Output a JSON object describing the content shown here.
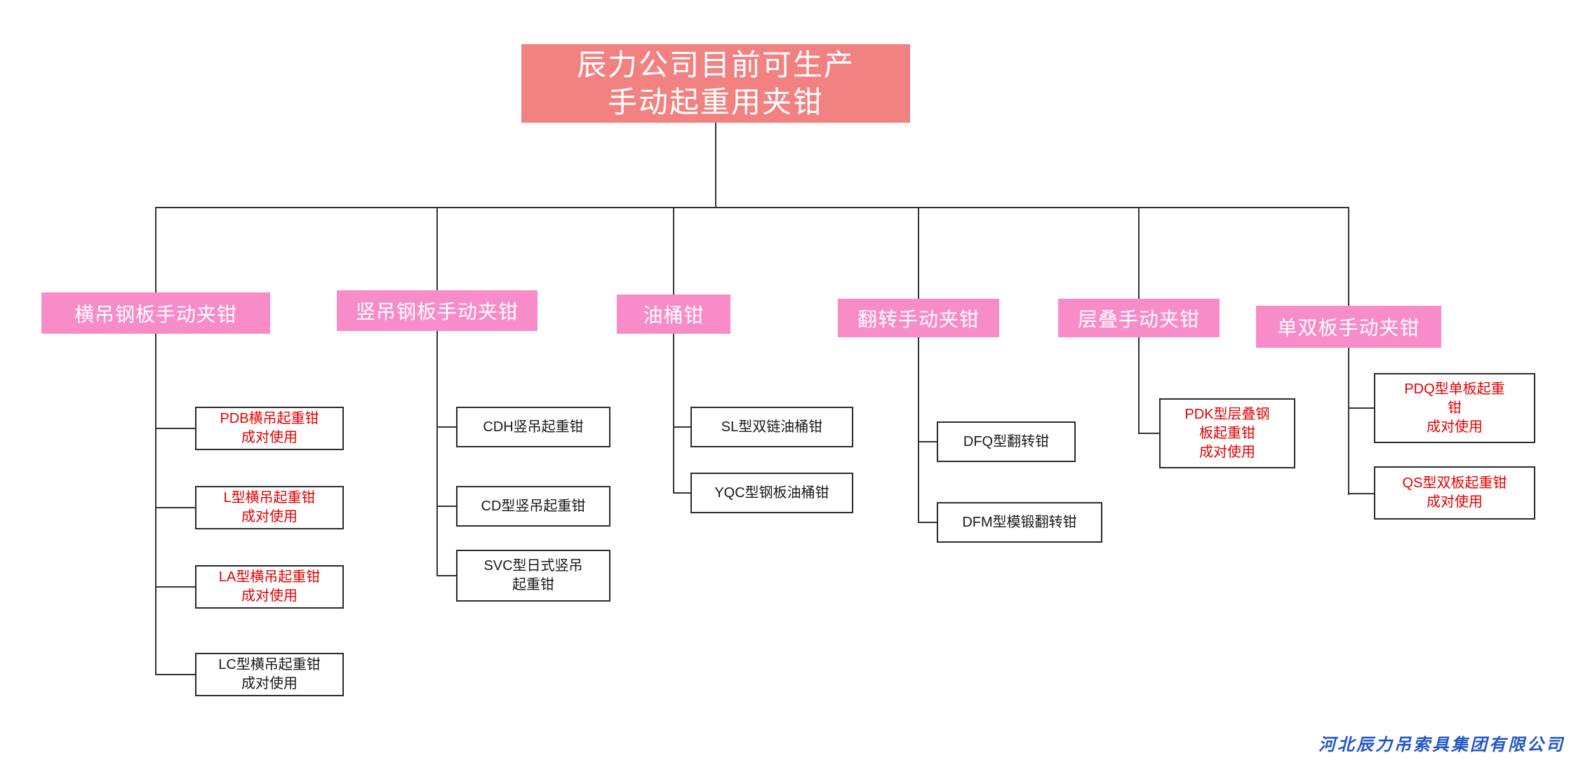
{
  "colors": {
    "root_bg": "#f28181",
    "category_bg": "#f78cc8",
    "red_text": "#e60000",
    "black_text": "#1a1a1a",
    "line": "#333333",
    "footer_text": "#2457c5",
    "background": "#ffffff"
  },
  "root": {
    "lines": [
      "辰力公司目前可生产",
      "手动起重用夹钳"
    ]
  },
  "categories": [
    {
      "label": "横吊钢板手动夹钳",
      "children": [
        {
          "color": "red",
          "lines": [
            "PDB横吊起重钳",
            "成对使用"
          ]
        },
        {
          "color": "red",
          "lines": [
            "L型横吊起重钳",
            "成对使用"
          ]
        },
        {
          "color": "red",
          "lines": [
            "LA型横吊起重钳",
            "成对使用"
          ]
        },
        {
          "color": "black",
          "lines": [
            "LC型横吊起重钳",
            "成对使用"
          ]
        }
      ]
    },
    {
      "label": "竖吊钢板手动夹钳",
      "children": [
        {
          "color": "black",
          "lines": [
            "CDH竖吊起重钳"
          ]
        },
        {
          "color": "black",
          "lines": [
            "CD型竖吊起重钳"
          ]
        },
        {
          "color": "black",
          "lines": [
            "SVC型日式竖吊",
            "起重钳"
          ]
        }
      ]
    },
    {
      "label": "油桶钳",
      "children": [
        {
          "color": "black",
          "lines": [
            "SL型双链油桶钳"
          ]
        },
        {
          "color": "black",
          "lines": [
            "YQC型钢板油桶钳"
          ]
        }
      ]
    },
    {
      "label": "翻转手动夹钳",
      "children": [
        {
          "color": "black",
          "lines": [
            "DFQ型翻转钳"
          ]
        },
        {
          "color": "black",
          "lines": [
            "DFM型模锻翻转钳"
          ]
        }
      ]
    },
    {
      "label": "层叠手动夹钳",
      "children": [
        {
          "color": "red",
          "lines": [
            "PDK型层叠钢",
            "板起重钳",
            "成对使用"
          ]
        }
      ]
    },
    {
      "label": "单双板手动夹钳",
      "children": [
        {
          "color": "red",
          "lines": [
            "PDQ型单板起重",
            "钳",
            "成对使用"
          ]
        },
        {
          "color": "red",
          "lines": [
            "QS型双板起重钳",
            "成对使用"
          ]
        }
      ]
    }
  ],
  "footer": {
    "company_name": "河北辰力吊索具集团有限公司"
  }
}
